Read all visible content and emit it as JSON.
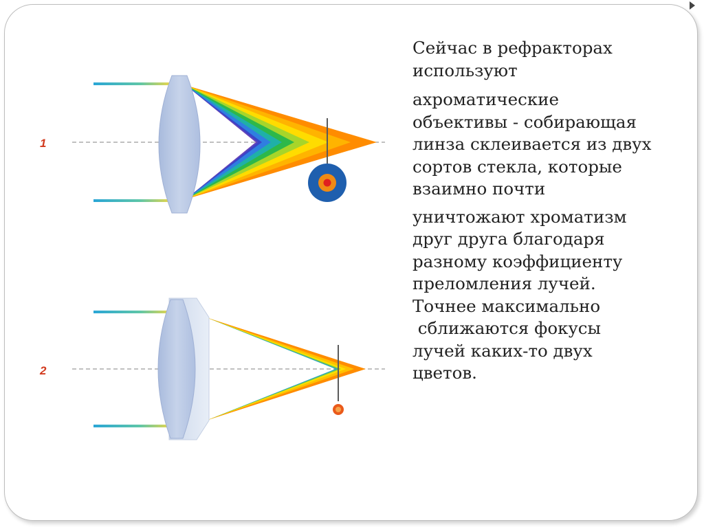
{
  "slide": {
    "lines": [
      "Сейчас в рефракторах",
      "используют",
      "ахроматические",
      "объективы - собирающая",
      "линза склеивается из двух",
      "сортов стекла, которые",
      "взаимно почти",
      "уничтожают хроматизм",
      "друг друга благодаря",
      "разному коэффициенту",
      "преломления лучей.",
      "Точнее максимально",
      " сближаются фокусы",
      "лучей каких-то двух",
      "цветов."
    ]
  },
  "diagram": {
    "label_1": "1",
    "label_2": "2",
    "icons": [
      "biconvex-lens",
      "achromatic-doublet-lens",
      "focus-spot-blurred",
      "focus-spot-sharp"
    ],
    "colors": {
      "lens": "#b9c8e4",
      "crown_glass": "#dde5f1",
      "axis": "#9a9a9a",
      "label": "#d23a1e",
      "spot_outer": "#1f5fae",
      "spot_ring": "#f08a14",
      "spot_center": "#e01f1f"
    }
  }
}
